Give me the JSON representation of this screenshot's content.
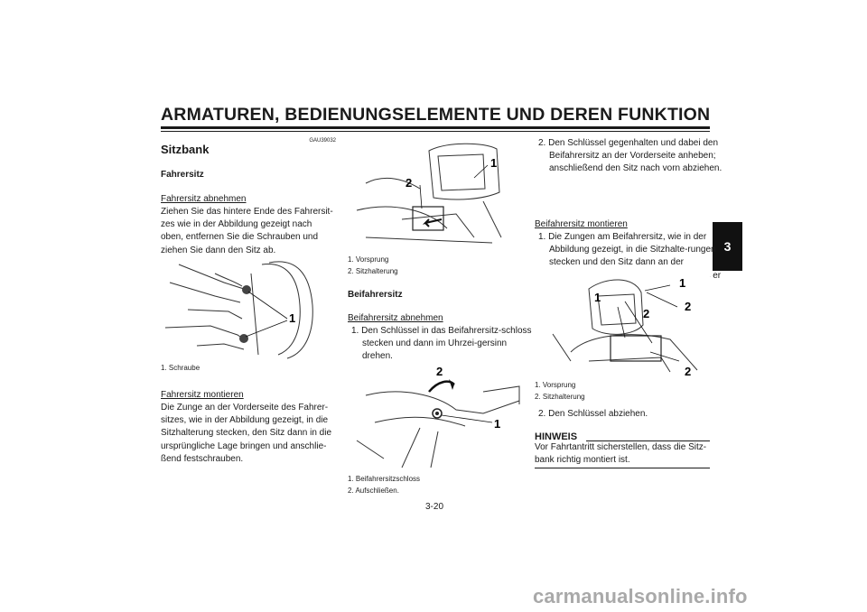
{
  "header": {
    "title": "ARMATUREN, BEDIENUNGSELEMENTE UND DEREN FUNKTION",
    "chapter": "3"
  },
  "col1": {
    "code": "GAU39032",
    "section_title": "Sitzbank",
    "subheading": "Fahrersitz",
    "remove_heading": "Fahrersitz abnehmen",
    "remove_text": "Ziehen Sie das hintere Ende des Fahrersit-zes wie in der Abbildung gezeigt nach oben, entfernen Sie die Schrauben und ziehen Sie dann den Sitz ab.",
    "figure": {
      "callout": "1",
      "caption": "1.  Schraube"
    },
    "install_heading": "Fahrersitz montieren",
    "install_text": "Die Zunge an der Vorderseite des Fahrer-sitzes, wie in der Abbildung gezeigt, in die Sitzhalterung stecken, den Sitz dann in die ursprüngliche Lage bringen und anschlie-ßend festschrauben."
  },
  "col2": {
    "figure1": {
      "callouts": [
        "1",
        "2"
      ],
      "captions": [
        "1.  Vorsprung",
        "2.  Sitzhalterung"
      ]
    },
    "subheading": "Beifahrersitz",
    "remove_heading": "Beifahrersitz abnehmen",
    "steps": [
      "1.  Den Schlüssel in das Beifahrersitz-schloss stecken und dann im Uhrzei-gersinn drehen."
    ],
    "figure2": {
      "callouts": [
        "2",
        "1"
      ],
      "captions": [
        "1.  Beifahrersitzschloss",
        "2.  Aufschließen."
      ]
    }
  },
  "col3": {
    "step2": "2.  Den Schlüssel gegenhalten und dabei den Beifahrersitz an der Vorderseite anheben; anschließend den Sitz nach vorn abziehen.",
    "install_heading": "Beifahrersitz montieren",
    "install_step": "1.  Die Zungen am Beifahrersitz, wie in der Abbildung gezeigt, in die Sitzhalte-rungen stecken und den Sitz dann an der Vorderseite nach unten drücken, sodass er einrastet.",
    "figure": {
      "callouts": [
        "1",
        "1",
        "2",
        "2",
        "2"
      ],
      "captions": [
        "1.  Vorsprung",
        "2.  Sitzhalterung"
      ]
    },
    "step_after": "2.  Den Schlüssel abziehen.",
    "note_heading": "HINWEIS",
    "note_text": "Vor Fahrtantritt sicherstellen, dass die Sitz-bank richtig montiert ist."
  },
  "footer": {
    "page_number": "3-20",
    "watermark": "carmanualsonline.info"
  }
}
